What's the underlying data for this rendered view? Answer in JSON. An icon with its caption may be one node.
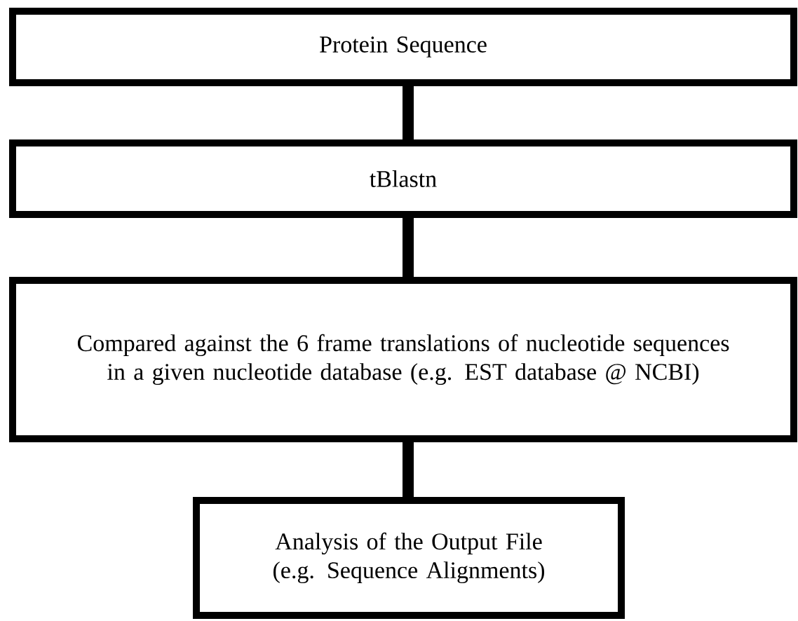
{
  "diagram": {
    "nodes": [
      {
        "text": [
          "Protein Sequence"
        ]
      },
      {
        "text": [
          "tBlastn"
        ]
      },
      {
        "text": [
          "Compared against the 6 frame translations of nucleotide sequences in a given nucleotide database (e.g. EST database @ NCBI)"
        ]
      },
      {
        "text": [
          "Analysis of the Output File (e.g. Sequence Alignments)"
        ]
      }
    ],
    "edges": [
      {
        "from": 0,
        "to": 1,
        "arrow": "none"
      },
      {
        "from": 1,
        "to": 2,
        "arrow": "none"
      },
      {
        "from": 2,
        "to": 3,
        "arrow": "none"
      }
    ]
  }
}
